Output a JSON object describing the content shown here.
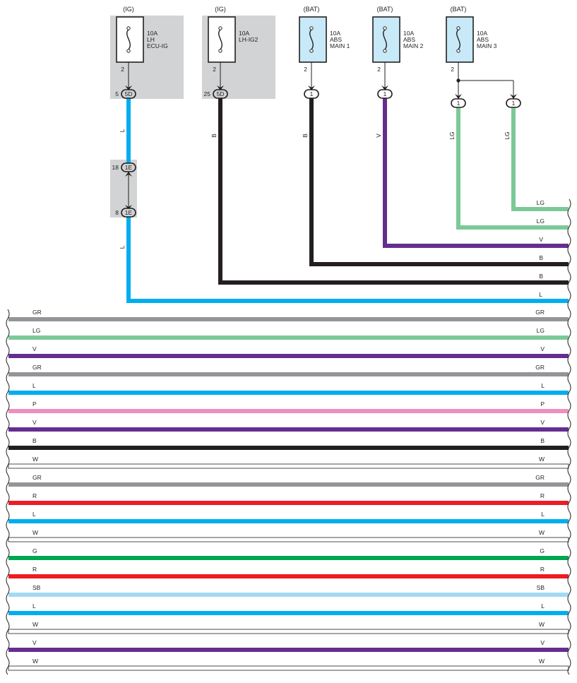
{
  "colors": {
    "L": "#00aeef",
    "B": "#231f20",
    "V": "#662d91",
    "LG": "#7cc998",
    "GR": "#939598",
    "P": "#f08ebf",
    "W": "#ffffff",
    "R": "#ed1c24",
    "G": "#00a651",
    "SB": "#a3d9f5",
    "ig_box": "#d1d3d4",
    "bat_box": "#c7e9f8"
  },
  "fuses": [
    {
      "source": "(IG)",
      "lines": [
        "10A",
        "LH",
        "ECU-IG"
      ],
      "pin": "2",
      "conn": {
        "label": "5D",
        "pin": "5"
      }
    },
    {
      "source": "(IG)",
      "lines": [
        "10A",
        "LH-IG2"
      ],
      "pin": "2",
      "conn": {
        "label": "5D",
        "pin": "25"
      }
    },
    {
      "source": "(BAT)",
      "lines": [
        "10A",
        "ABS",
        "MAIN 1"
      ],
      "pin": "2",
      "conn": {
        "label": "1",
        "pin": ""
      }
    },
    {
      "source": "(BAT)",
      "lines": [
        "10A",
        "ABS",
        "MAIN 2"
      ],
      "pin": "2",
      "conn": {
        "label": "1",
        "pin": ""
      }
    },
    {
      "source": "(BAT)",
      "lines": [
        "10A",
        "ABS",
        "MAIN 3"
      ],
      "pin": "2",
      "conn": {
        "label": "",
        "pin": ""
      }
    }
  ],
  "main3_branches": [
    {
      "label": "1"
    },
    {
      "label": "1"
    }
  ],
  "inline_connector": {
    "top": {
      "label": "1E",
      "pin": "18"
    },
    "bottom": {
      "label": "1E",
      "pin": "8"
    }
  },
  "vertical_wire_labels": {
    "lh_ecu_ig_upper": "L",
    "lh_ecu_ig_lower": "L",
    "lh_ig2": "B",
    "abs_main1": "B",
    "abs_main2": "V",
    "abs_main3_a": "LG",
    "abs_main3_b": "LG"
  },
  "upper_wires": [
    "LG",
    "LG",
    "V",
    "B",
    "B",
    "L"
  ],
  "bus_wires": [
    "GR",
    "LG",
    "V",
    "GR",
    "L",
    "P",
    "V",
    "B",
    "W",
    "GR",
    "R",
    "L",
    "W",
    "G",
    "R",
    "SB",
    "L",
    "W",
    "V",
    "W"
  ]
}
